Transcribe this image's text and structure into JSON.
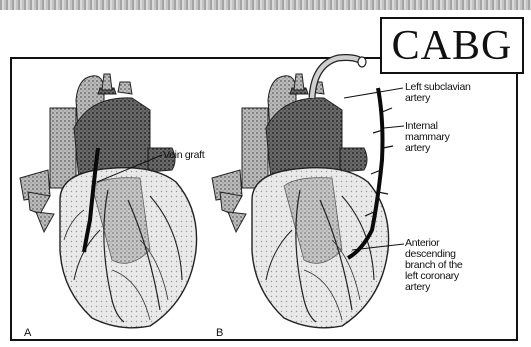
{
  "title_box": {
    "text": "CABG"
  },
  "panels": [
    {
      "letter": "A",
      "labels": {
        "vein_graft": "Vein graft"
      }
    },
    {
      "letter": "B",
      "labels": {
        "subclavian": [
          "Left subclavian",
          "artery"
        ],
        "mammary": [
          "Internal",
          "mammary",
          "artery"
        ],
        "descending": [
          "Anterior",
          "descending",
          "branch of the",
          "left coronary",
          "artery"
        ]
      }
    }
  ]
}
